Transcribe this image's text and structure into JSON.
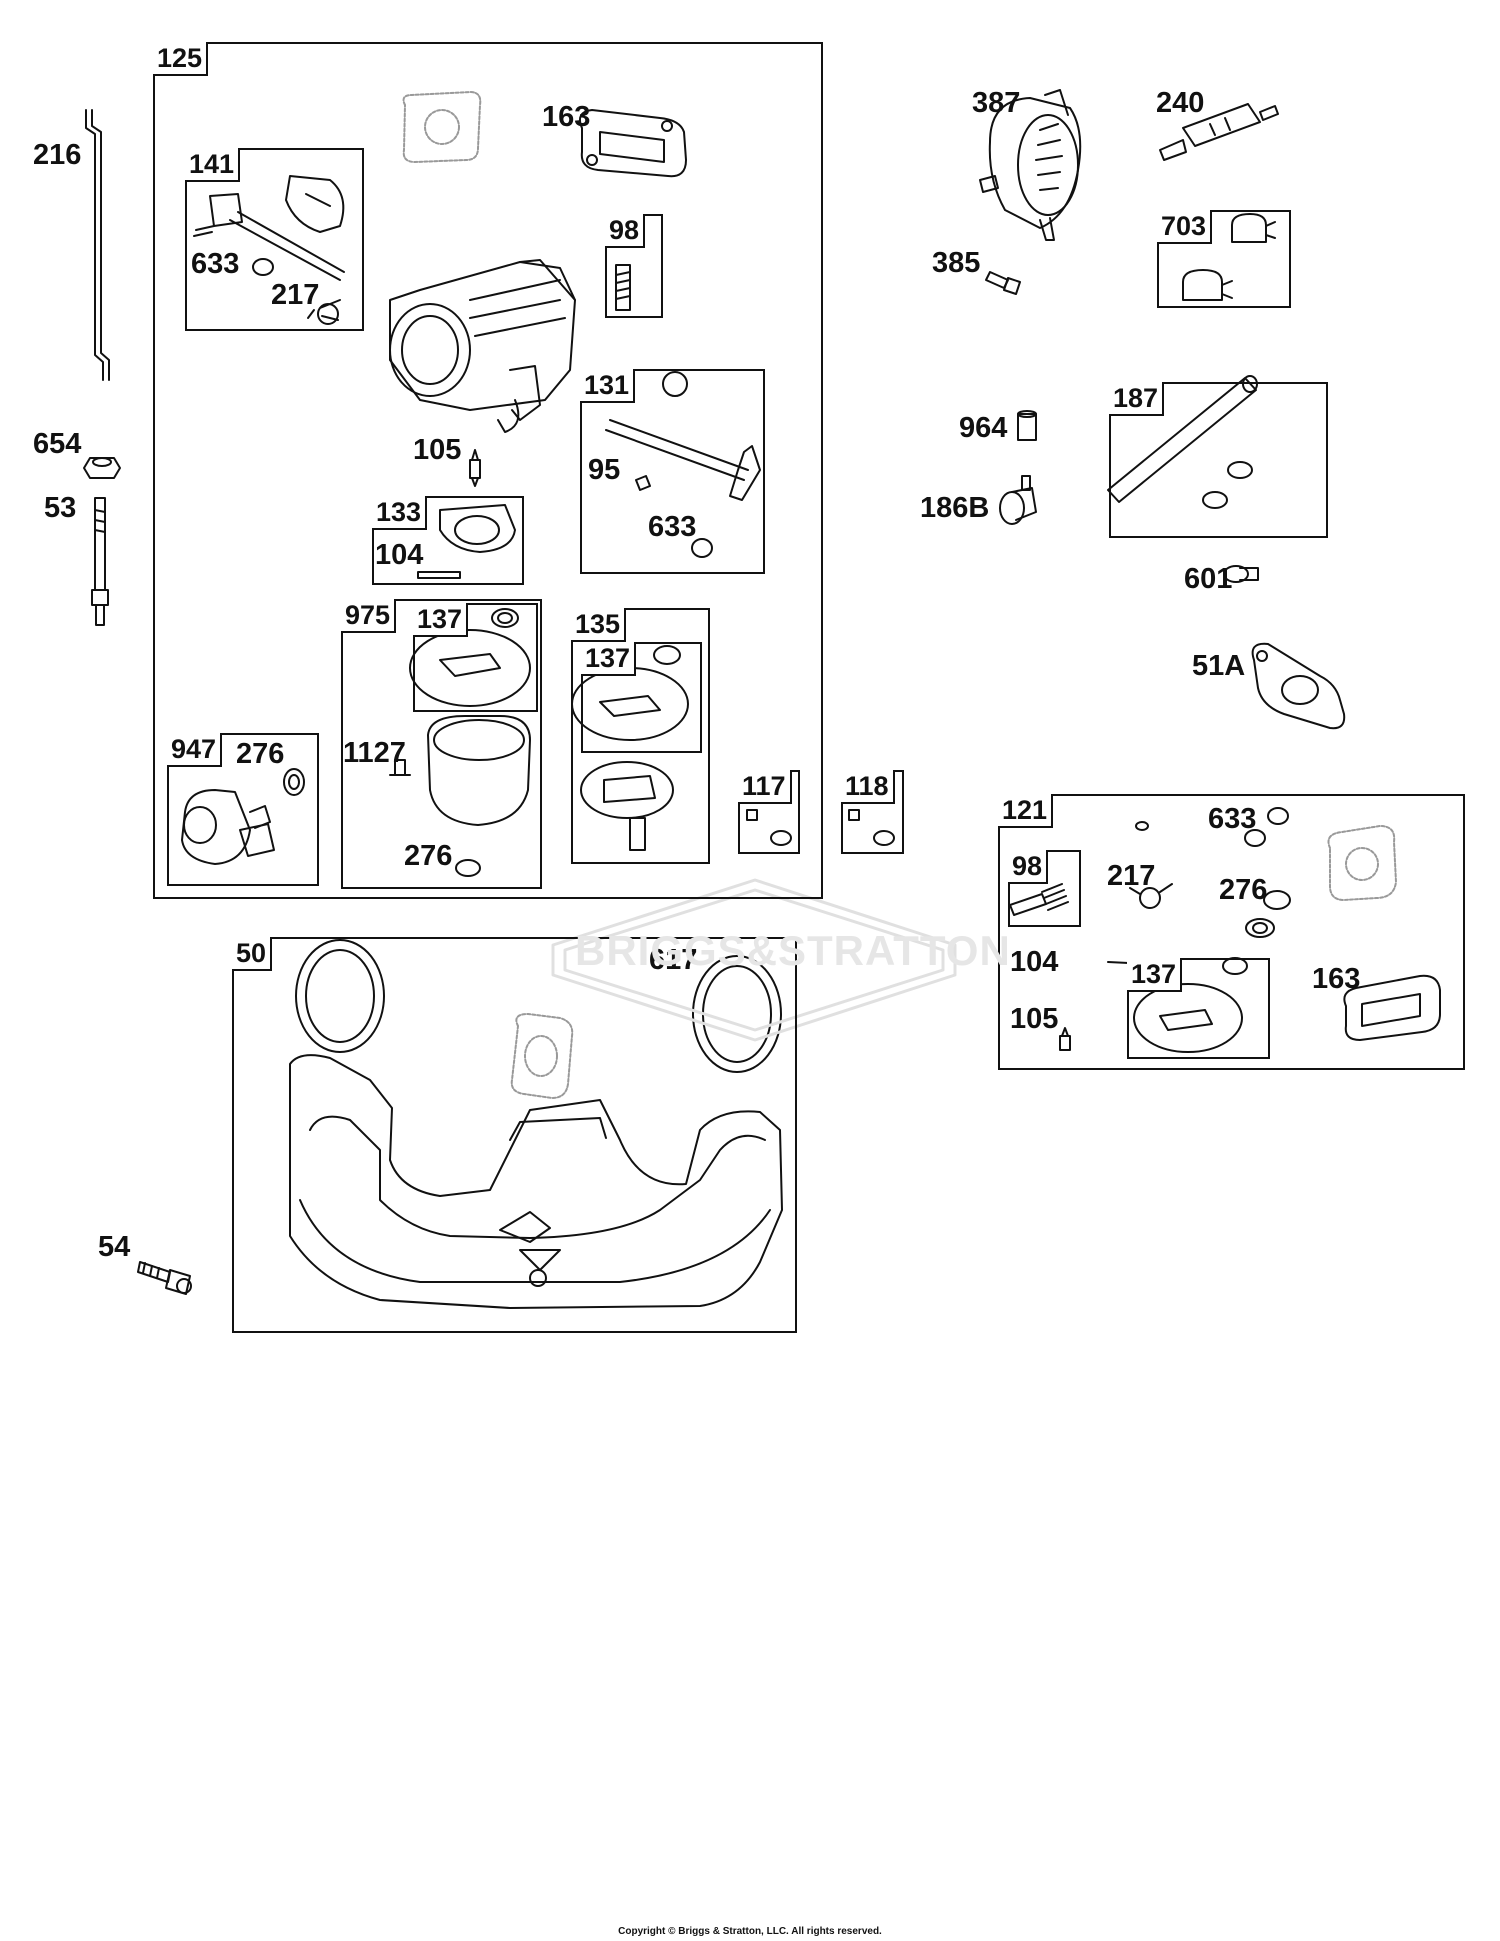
{
  "watermark": "BRIGGS&STRATTON",
  "copyright": "Copyright © Briggs & Stratton, LLC. All rights reserved.",
  "boxes": {
    "b125": "125",
    "b141": "141",
    "b98a": "98",
    "b131": "131",
    "b133": "133",
    "b975": "975",
    "b137a": "137",
    "b135": "135",
    "b137b": "137",
    "b947": "947",
    "b117": "117",
    "b118": "118",
    "b50": "50",
    "b703": "703",
    "b187": "187",
    "b121": "121",
    "b98b": "98",
    "b137c": "137"
  },
  "labels": {
    "l216": "216",
    "l654": "654",
    "l53": "53",
    "l54": "54",
    "l163a": "163",
    "l633a": "633",
    "l217a": "217",
    "l105a": "105",
    "l95": "95",
    "l633b": "633",
    "l104a": "104",
    "l1127": "1127",
    "l276a": "276",
    "l276b": "276",
    "l617": "617",
    "l387": "387",
    "l240": "240",
    "l385": "385",
    "l964": "964",
    "l186b": "186B",
    "l601": "601",
    "l51a": "51A",
    "l633c": "633",
    "l217b": "217",
    "l276c": "276",
    "l104b": "104",
    "l163b": "163",
    "l105b": "105"
  }
}
